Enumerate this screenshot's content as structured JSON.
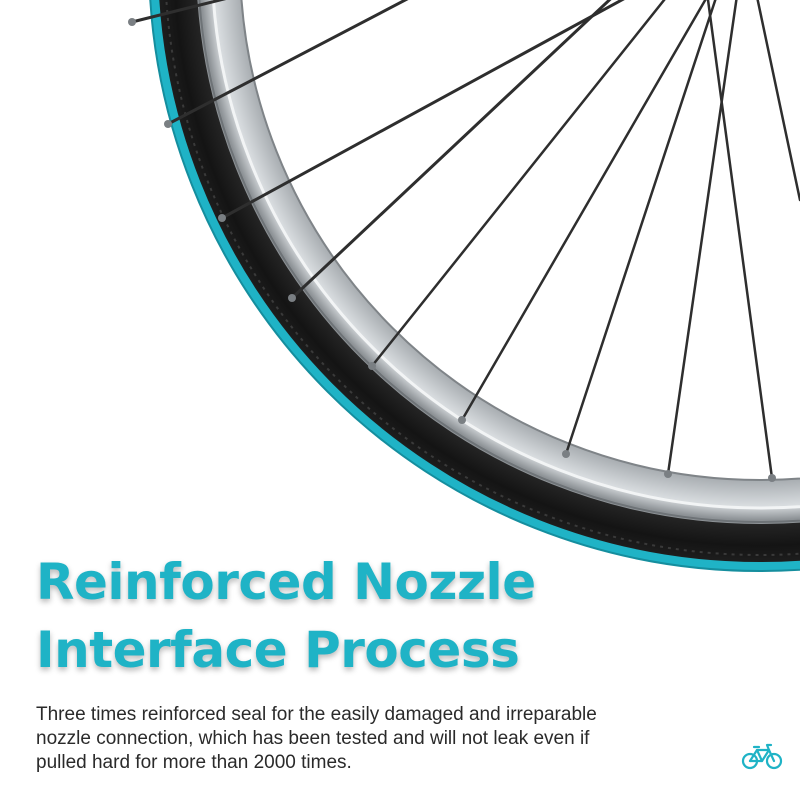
{
  "headline": {
    "line1": "Reinforced Nozzle",
    "line2": "Interface Process"
  },
  "description": "Three times reinforced seal for the easily damaged and irreparable nozzle connection, which has been tested and will not leak even if pulled hard for more than 2000 times.",
  "icons": {
    "corner_icon": "bicycle-icon"
  },
  "colors": {
    "accent": "#1fb3c6",
    "tire": "#1a1a1a",
    "rim": "#b5b9bc",
    "body_text": "#2a2a2a"
  }
}
